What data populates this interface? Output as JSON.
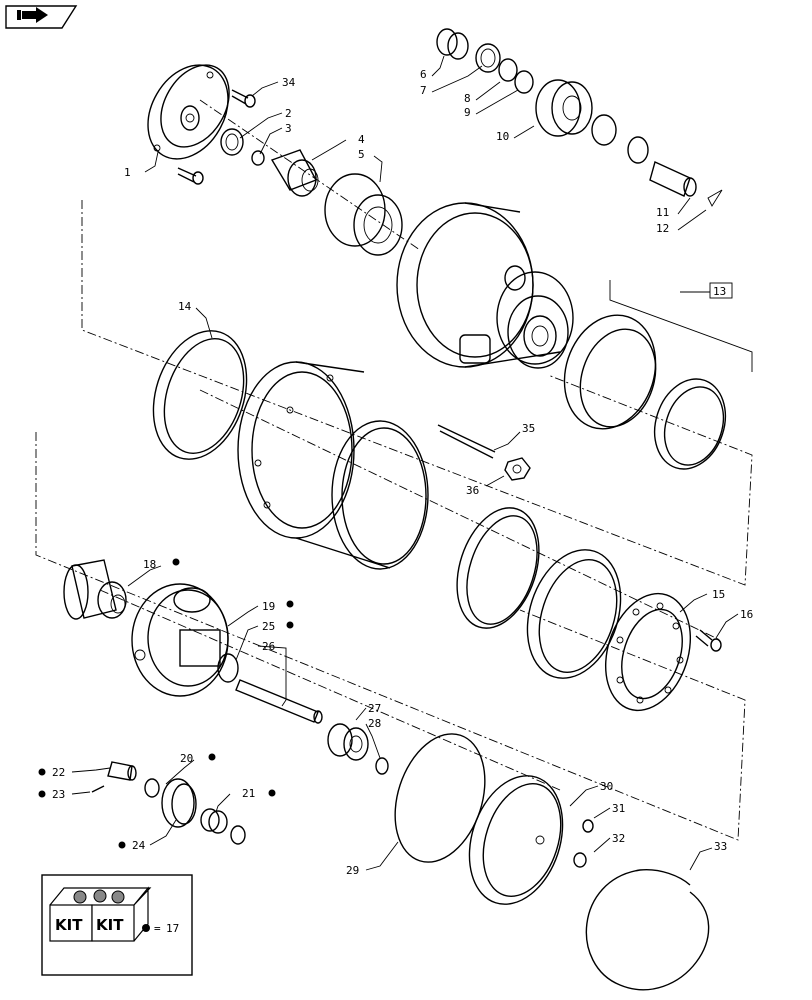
{
  "nav_icon": "forward-arrow-icon",
  "callouts": [
    {
      "id": "1",
      "text": "1"
    },
    {
      "id": "2",
      "text": "2"
    },
    {
      "id": "3",
      "text": "3"
    },
    {
      "id": "4",
      "text": "4"
    },
    {
      "id": "5",
      "text": "5"
    },
    {
      "id": "6",
      "text": "6"
    },
    {
      "id": "7",
      "text": "7"
    },
    {
      "id": "8",
      "text": "8"
    },
    {
      "id": "9",
      "text": "9"
    },
    {
      "id": "10",
      "text": "10"
    },
    {
      "id": "11",
      "text": "11"
    },
    {
      "id": "12",
      "text": "12"
    },
    {
      "id": "13",
      "text": "13"
    },
    {
      "id": "14",
      "text": "14"
    },
    {
      "id": "15",
      "text": "15"
    },
    {
      "id": "16",
      "text": "16"
    },
    {
      "id": "18",
      "text": "18"
    },
    {
      "id": "19",
      "text": "19"
    },
    {
      "id": "20",
      "text": "20"
    },
    {
      "id": "21",
      "text": "21"
    },
    {
      "id": "22",
      "text": "22"
    },
    {
      "id": "23",
      "text": "23"
    },
    {
      "id": "24",
      "text": "24"
    },
    {
      "id": "25",
      "text": "25"
    },
    {
      "id": "26",
      "text": "26"
    },
    {
      "id": "27",
      "text": "27"
    },
    {
      "id": "28",
      "text": "28"
    },
    {
      "id": "29",
      "text": "29"
    },
    {
      "id": "30",
      "text": "30"
    },
    {
      "id": "31",
      "text": "31"
    },
    {
      "id": "32",
      "text": "32"
    },
    {
      "id": "33",
      "text": "33"
    },
    {
      "id": "34",
      "text": "34"
    },
    {
      "id": "35",
      "text": "35"
    },
    {
      "id": "36",
      "text": "36"
    }
  ],
  "kit_legend": {
    "box_text_1": "KIT",
    "box_text_2": "KIT",
    "equals": "=",
    "number": "17"
  }
}
